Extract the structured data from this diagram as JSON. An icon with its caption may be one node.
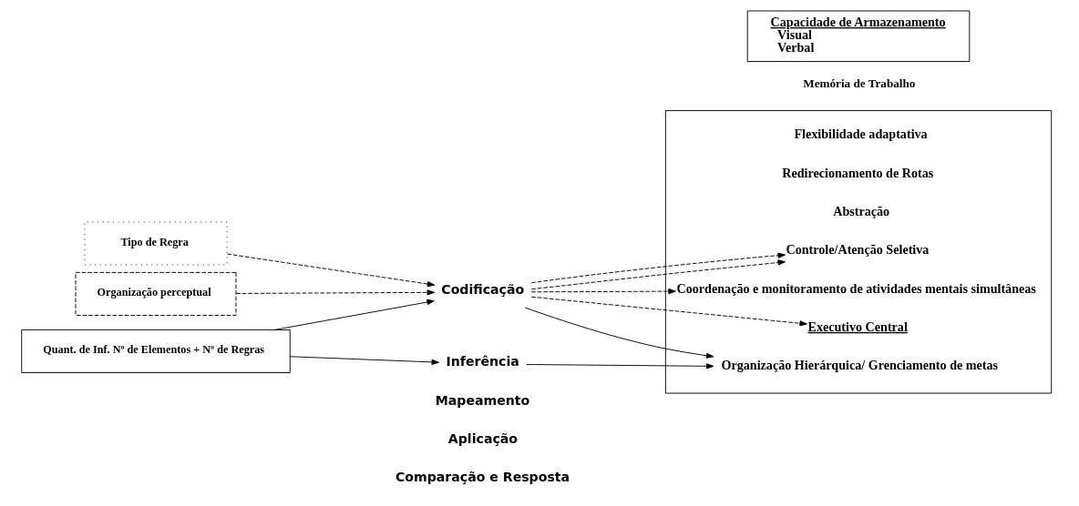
{
  "diagram": {
    "nodes": [
      {
        "text": [
          "Tipo de Regra"
        ]
      },
      {
        "text": [
          "Organização perceptual"
        ]
      },
      {
        "text": [
          "Quant. de Inf. Nº de Elementos + Nº de Regras"
        ]
      },
      {
        "text": [
          "Codificação"
        ]
      },
      {
        "text": [
          "Inferência"
        ]
      },
      {
        "text": [
          "Capacidade de Armazenamento",
          "Visual",
          "Verbal"
        ]
      },
      {
        "text": [],
        "shape": "box"
      },
      {
        "text": [
          "Executivo Central"
        ],
        "in": 6
      },
      {
        "text": [
          "Coordenação e monitoramento de atividades mentais simultâneas"
        ],
        "in": 6
      },
      {
        "text": [
          "Organização Hierárquica/ Grenciamento de metas"
        ],
        "in": 6
      },
      {
        "text": [
          "Controle/Atenção Seletiva"
        ],
        "in": 6
      },
      {
        "text": [
          "Abstração"
        ],
        "in": 6
      },
      {
        "text": [
          "Redirecionamento de Rotas"
        ],
        "in": 6
      },
      {
        "text": [
          "Flexibilidade adaptativa"
        ],
        "in": 6
      }
    ],
    "edges": [
      {
        "from": 0,
        "to": 3,
        "arrow": "to",
        "style": "dashed"
      },
      {
        "from": 1,
        "to": 3,
        "arrow": "to",
        "style": "dashed"
      },
      {
        "from": 2,
        "to": 3,
        "arrow": "to"
      },
      {
        "from": 2,
        "to": 4,
        "arrow": "to"
      },
      {
        "from": 3,
        "to": 7,
        "arrow": "to",
        "style": "dashed"
      },
      {
        "from": 3,
        "to": 8,
        "arrow": "to",
        "style": "dashed"
      },
      {
        "from": 3,
        "to": 9,
        "arrow": "to"
      },
      {
        "from": 4,
        "to": 9,
        "arrow": "to"
      },
      {
        "from": 3,
        "to": 10,
        "arrow": "to",
        "style": "dashed"
      },
      {
        "from": 3,
        "to": 10,
        "arrow": "to",
        "style": "dashed"
      }
    ],
    "labels": [
      "Memória de Trabalho",
      "Mapeamento",
      "Aplicação",
      "Comparação e Resposta"
    ]
  }
}
